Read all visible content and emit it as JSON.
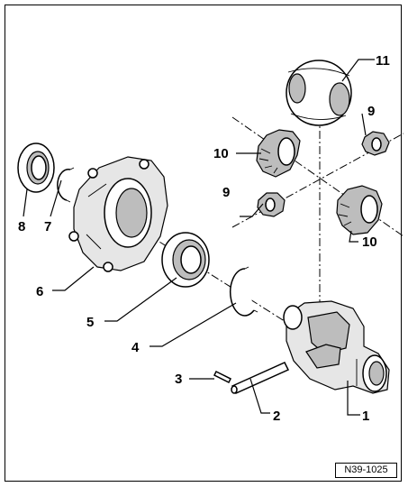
{
  "reference_code": "N39-1025",
  "callouts": [
    {
      "n": "1"
    },
    {
      "n": "2"
    },
    {
      "n": "3"
    },
    {
      "n": "4"
    },
    {
      "n": "5"
    },
    {
      "n": "6"
    },
    {
      "n": "7"
    },
    {
      "n": "8"
    },
    {
      "n": "9"
    },
    {
      "n": "9"
    },
    {
      "n": "10"
    },
    {
      "n": "10"
    },
    {
      "n": "11"
    }
  ],
  "colors": {
    "ink": "#000000",
    "paper": "#ffffff",
    "shade": "#bdbdbd"
  }
}
